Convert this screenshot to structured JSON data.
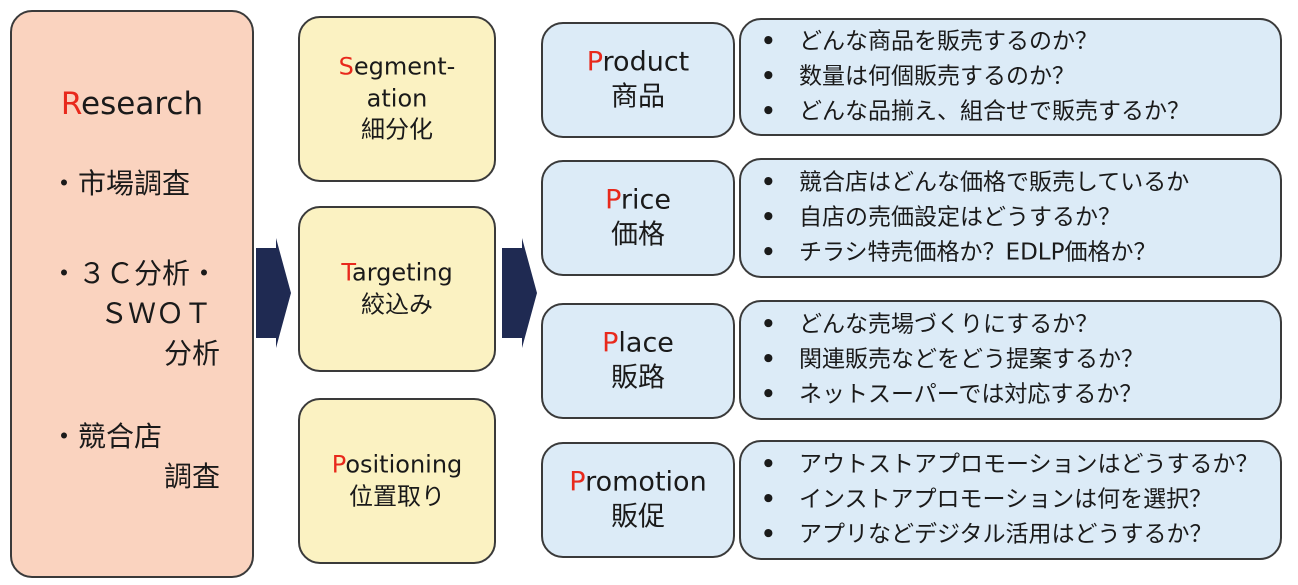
{
  "research": {
    "title_first": "R",
    "title_rest": "esearch",
    "items": [
      "・市場調査",
      "・３Ｃ分析・",
      "ＳＷＯＴ",
      "分析",
      "・競合店",
      "調査"
    ]
  },
  "stp": [
    {
      "first": "S",
      "rest": "egment-",
      "line2": "ation",
      "line3": "細分化"
    },
    {
      "first": "T",
      "rest": "argeting",
      "line2": "絞込み"
    },
    {
      "first": "P",
      "rest": "ositioning",
      "line2": "位置取り"
    }
  ],
  "four_p": [
    {
      "first": "P",
      "rest": "roduct",
      "jp": "商品",
      "questions": [
        "どんな商品を販売するのか？",
        "数量は何個販売するのか？",
        "どんな品揃え、組合せで販売するか？"
      ]
    },
    {
      "first": "P",
      "rest": "rice",
      "jp": "価格",
      "questions": [
        "競合店はどんな価格で販売しているか",
        "自店の売価設定はどうするか？",
        "チラシ特売価格か？EDLP価格か？"
      ]
    },
    {
      "first": "P",
      "rest": "lace",
      "jp": "販路",
      "questions": [
        "どんな売場づくりにするか？",
        "関連販売などをどう提案するか？",
        "ネットスーパーでは対応するか？"
      ]
    },
    {
      "first": "P",
      "rest": "romotion",
      "jp": "販促",
      "questions": [
        "アウトストアプロモーションはどうするか？",
        "インストアプロモーションは何を選択？",
        "アプリなどデジタル活用はどうするか？"
      ]
    }
  ],
  "bullet": "•",
  "colors": {
    "highlight": "#e8291c",
    "research_fill": "#fad3bf",
    "stp_fill": "#fbf2c2",
    "p_fill": "#dcebf7",
    "arrow": "#1f2a52"
  }
}
